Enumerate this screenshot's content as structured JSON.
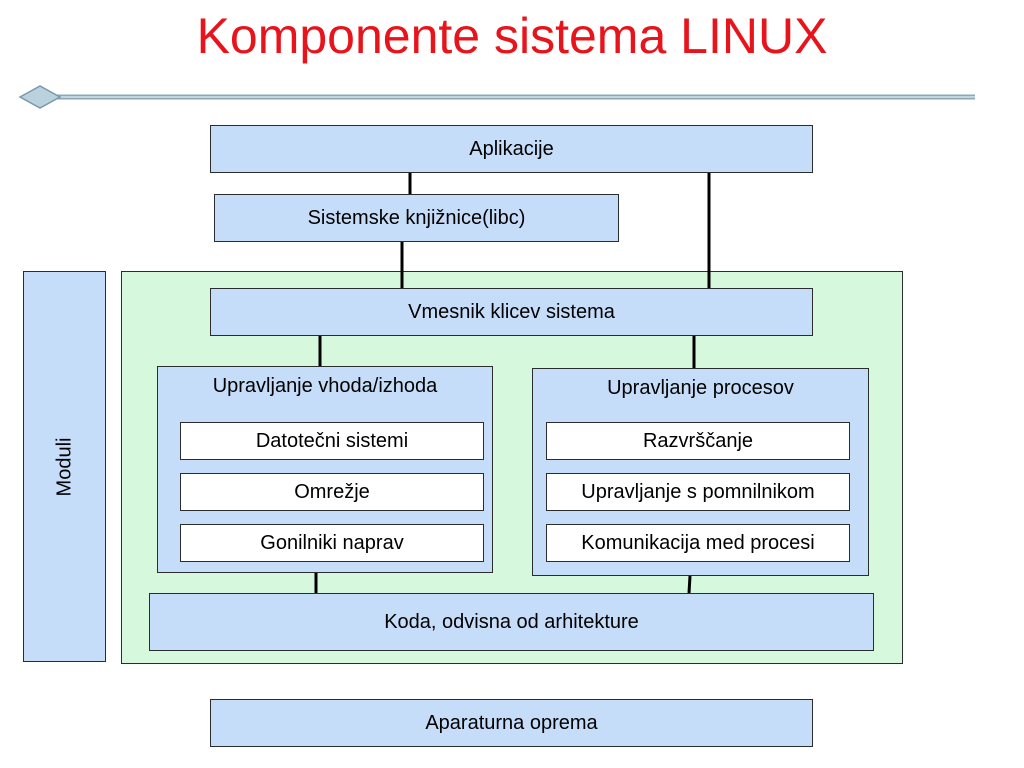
{
  "title": "Komponente sistema LINUX",
  "colors": {
    "title": "#e8141b",
    "box_fill": "#c6ddfa",
    "kernel_fill": "#d6f8dc",
    "border": "#2c2c2c",
    "rule": "#8aa8b8"
  },
  "boxes": {
    "applications": "Aplikacije",
    "libraries": "Sistemske knjižnice(libc)",
    "syscall_interface": "Vmesnik klicev sistema",
    "arch_code": "Koda, odvisna od arhitekture",
    "hardware": "Aparaturna oprema",
    "modules": "Moduli"
  },
  "io_group": {
    "title": "Upravljanje vhoda/izhoda",
    "items": [
      "Datotečni sistemi",
      "Omrežje",
      "Gonilniki naprav"
    ]
  },
  "process_group": {
    "title": "Upravljanje procesov",
    "items": [
      "Razvrščanje",
      "Upravljanje s pomnilnikom",
      "Komunikacija med procesi"
    ]
  }
}
